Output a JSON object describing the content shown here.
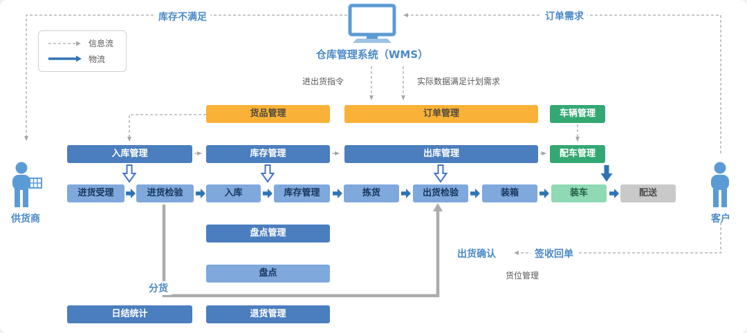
{
  "colors": {
    "accent-blue": "#4A89C8",
    "box-blue": "#4B7EBE",
    "box-blue-light": "#7FA8DC",
    "box-orange": "#F9B237",
    "box-green": "#33A873",
    "box-green-light": "#8FD9B4",
    "box-gray": "#C9C9C9",
    "arrow-blue": "#2E74B5",
    "line-gray": "#A6A6A6",
    "text-dark": "#595959",
    "icon-blue": "#5B9BD5"
  },
  "system": {
    "title": "仓库管理系统（WMS）"
  },
  "legend": {
    "info_flow": "信息流",
    "logistics": "物流"
  },
  "actors": {
    "supplier": "供货商",
    "customer": "客户"
  },
  "labels": {
    "inventory_shortage": "库存不满足",
    "order_demand": "订单需求",
    "in_out_instruction": "进出货指令",
    "actual_data_meets_plan": "实际数据满足计划需求",
    "sorting": "分货",
    "shipment_confirmation": "出货确认",
    "signed_receipt": "签收回单",
    "slot_management": "货位管理"
  },
  "boxes": {
    "goods_management": "货品管理",
    "order_management": "订单管理",
    "vehicle_management": "车辆管理",
    "inbound_management": "入库管理",
    "inventory_management": "库存管理",
    "outbound_management": "出库管理",
    "dispatch_management": "配车管理",
    "receiving_acceptance": "进货受理",
    "receiving_inspection": "进货检验",
    "putaway": "入库",
    "inventory_management_op": "库存管理",
    "picking": "拣货",
    "shipping_inspection": "出货检验",
    "packing": "装箱",
    "loading": "装车",
    "delivery": "配送",
    "stocktake_management": "盘点管理",
    "stocktake": "盘点",
    "daily_settlement": "日结统计",
    "returns_management": "退货管理"
  }
}
